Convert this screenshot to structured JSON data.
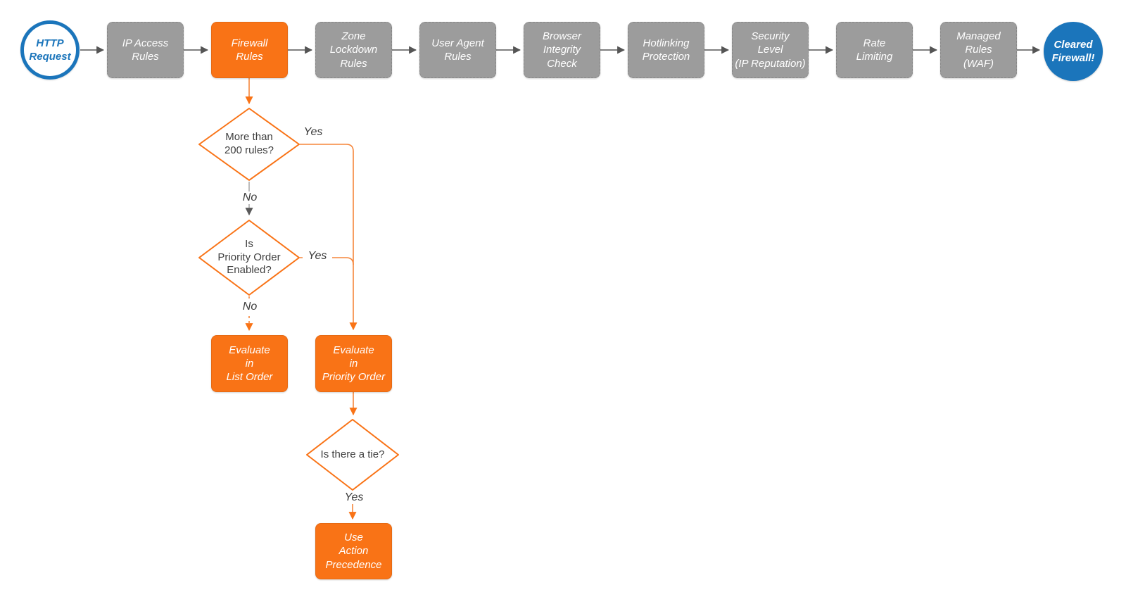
{
  "page": {
    "background": "#ffffff"
  },
  "colors": {
    "accent_orange": "#f97316",
    "orange_connector": "#f5853a",
    "node_gray": "#9c9c9c",
    "connector_gray": "#555555",
    "light_gray_line": "#9f9f9f",
    "brand_blue": "#1b75bb",
    "diamond_text": "#3f3f3f",
    "node_text": "#ffffff"
  },
  "pipeline": [
    {
      "id": "http-request",
      "shape": "circle",
      "label": "HTTP\nRequest"
    },
    {
      "id": "ip-access-rules",
      "shape": "box-gray",
      "label": "IP Access\nRules"
    },
    {
      "id": "firewall-rules",
      "shape": "box-orange",
      "label": "Firewall\nRules"
    },
    {
      "id": "zone-lockdown-rules",
      "shape": "box-gray",
      "label": "Zone\nLockdown\nRules"
    },
    {
      "id": "user-agent-rules",
      "shape": "box-gray",
      "label": "User Agent\nRules"
    },
    {
      "id": "browser-integrity-check",
      "shape": "box-gray",
      "label": "Browser\nIntegrity\nCheck"
    },
    {
      "id": "hotlinking-protection",
      "shape": "box-gray",
      "label": "Hotlinking\nProtection"
    },
    {
      "id": "security-level",
      "shape": "box-gray",
      "label": "Security\nLevel\n(IP Reputation)"
    },
    {
      "id": "rate-limiting",
      "shape": "box-gray",
      "label": "Rate\nLimiting"
    },
    {
      "id": "managed-rules-waf",
      "shape": "box-gray",
      "label": "Managed\nRules\n(WAF)"
    },
    {
      "id": "cleared-firewall",
      "shape": "circle",
      "label": "Cleared\nFirewall!"
    }
  ],
  "branch": {
    "decisions": [
      {
        "id": "more-than-200-rules",
        "label": "More than\n200 rules?"
      },
      {
        "id": "priority-order-enabled",
        "label": "Is\nPriority Order\nEnabled?"
      },
      {
        "id": "is-there-a-tie",
        "label": "Is there a tie?"
      }
    ],
    "actions": [
      {
        "id": "evaluate-list-order",
        "label": "Evaluate\nin\nList Order"
      },
      {
        "id": "evaluate-priority-order",
        "label": "Evaluate\nin\nPriority Order"
      },
      {
        "id": "use-action-precedence",
        "label": "Use\nAction\nPrecedence"
      }
    ],
    "edge_labels": {
      "d1_yes": "Yes",
      "d1_no": "No",
      "d2_yes": "Yes",
      "d2_no": "No",
      "d3_yes": "Yes"
    }
  }
}
